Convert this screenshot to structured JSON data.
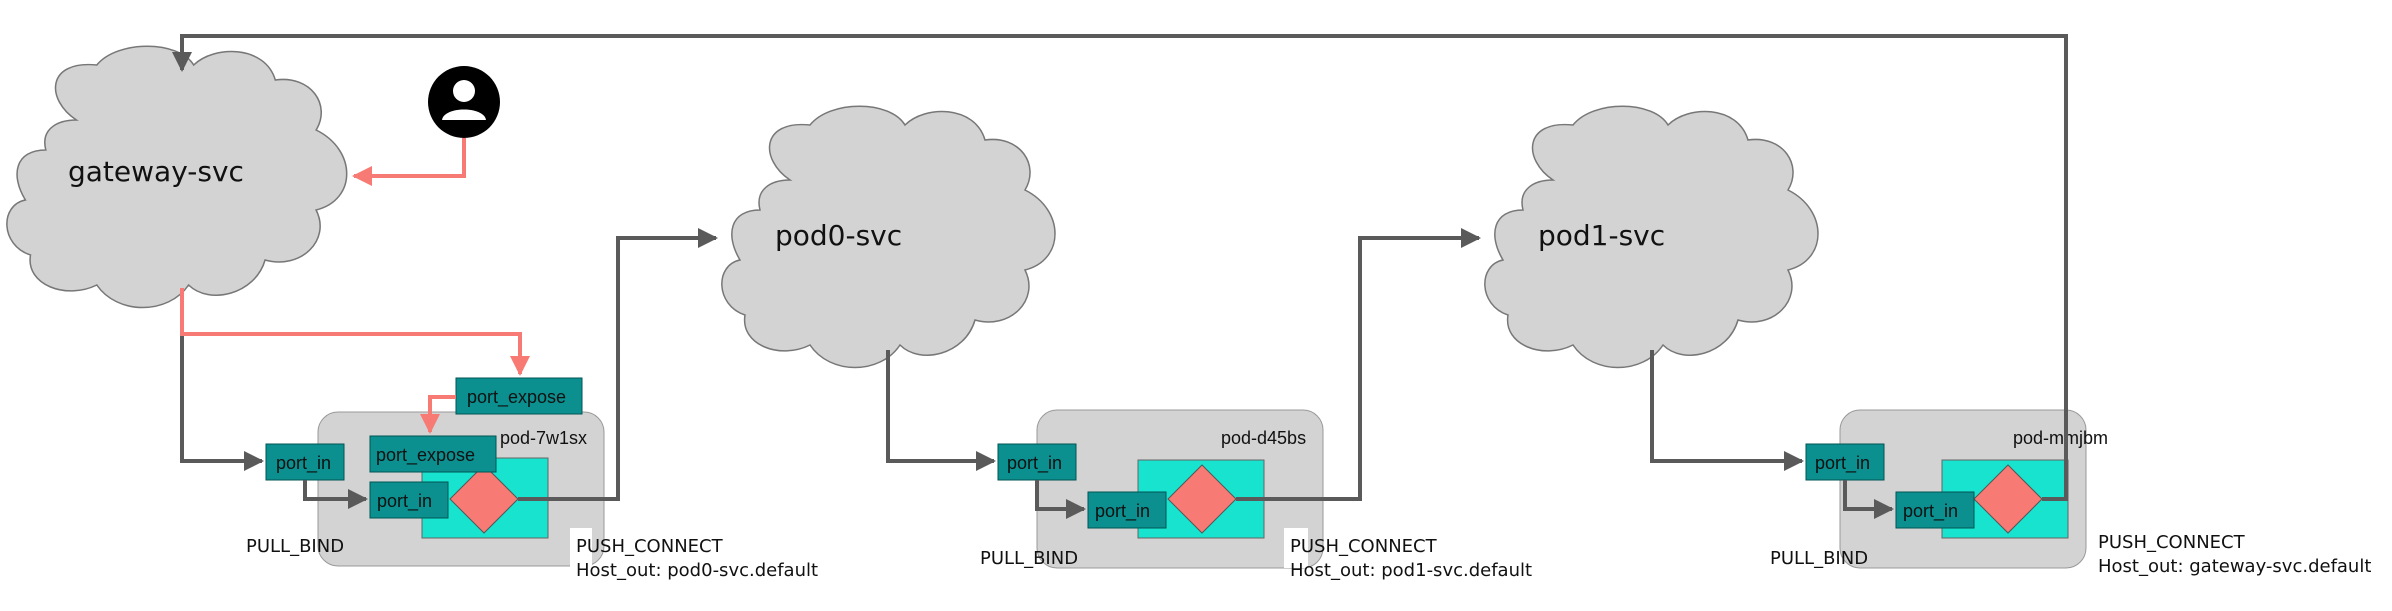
{
  "colors": {
    "cloud_fill": "#d3d3d3",
    "pod_fill": "#d3d3d3",
    "port_fill": "#0b8f8f",
    "inner_fill": "#17e3cf",
    "diamond_fill": "#f77b74",
    "flow_gray": "#5a5a5a",
    "flow_red": "#f77b74",
    "user_icon": "#000000"
  },
  "clouds": {
    "gateway": "gateway-svc",
    "pod0": "pod0-svc",
    "pod1": "pod1-svc"
  },
  "pods": [
    {
      "name": "pod-7w1sx",
      "port_in": "port_in",
      "inner_port_in": "port_in",
      "port_expose": "port_expose",
      "outer_port_expose": "port_expose",
      "pull": "PULL_BIND",
      "push": "PUSH_CONNECT",
      "host_out": "Host_out: pod0-svc.default"
    },
    {
      "name": "pod-d45bs",
      "port_in": "port_in",
      "inner_port_in": "port_in",
      "pull": "PULL_BIND",
      "push": "PUSH_CONNECT",
      "host_out": "Host_out: pod1-svc.default"
    },
    {
      "name": "pod-mmjbm",
      "port_in": "port_in",
      "inner_port_in": "port_in",
      "pull": "PULL_BIND",
      "push": "PUSH_CONNECT",
      "host_out": "Host_out: gateway-svc.default"
    }
  ],
  "icons": {
    "user": "user-icon"
  }
}
